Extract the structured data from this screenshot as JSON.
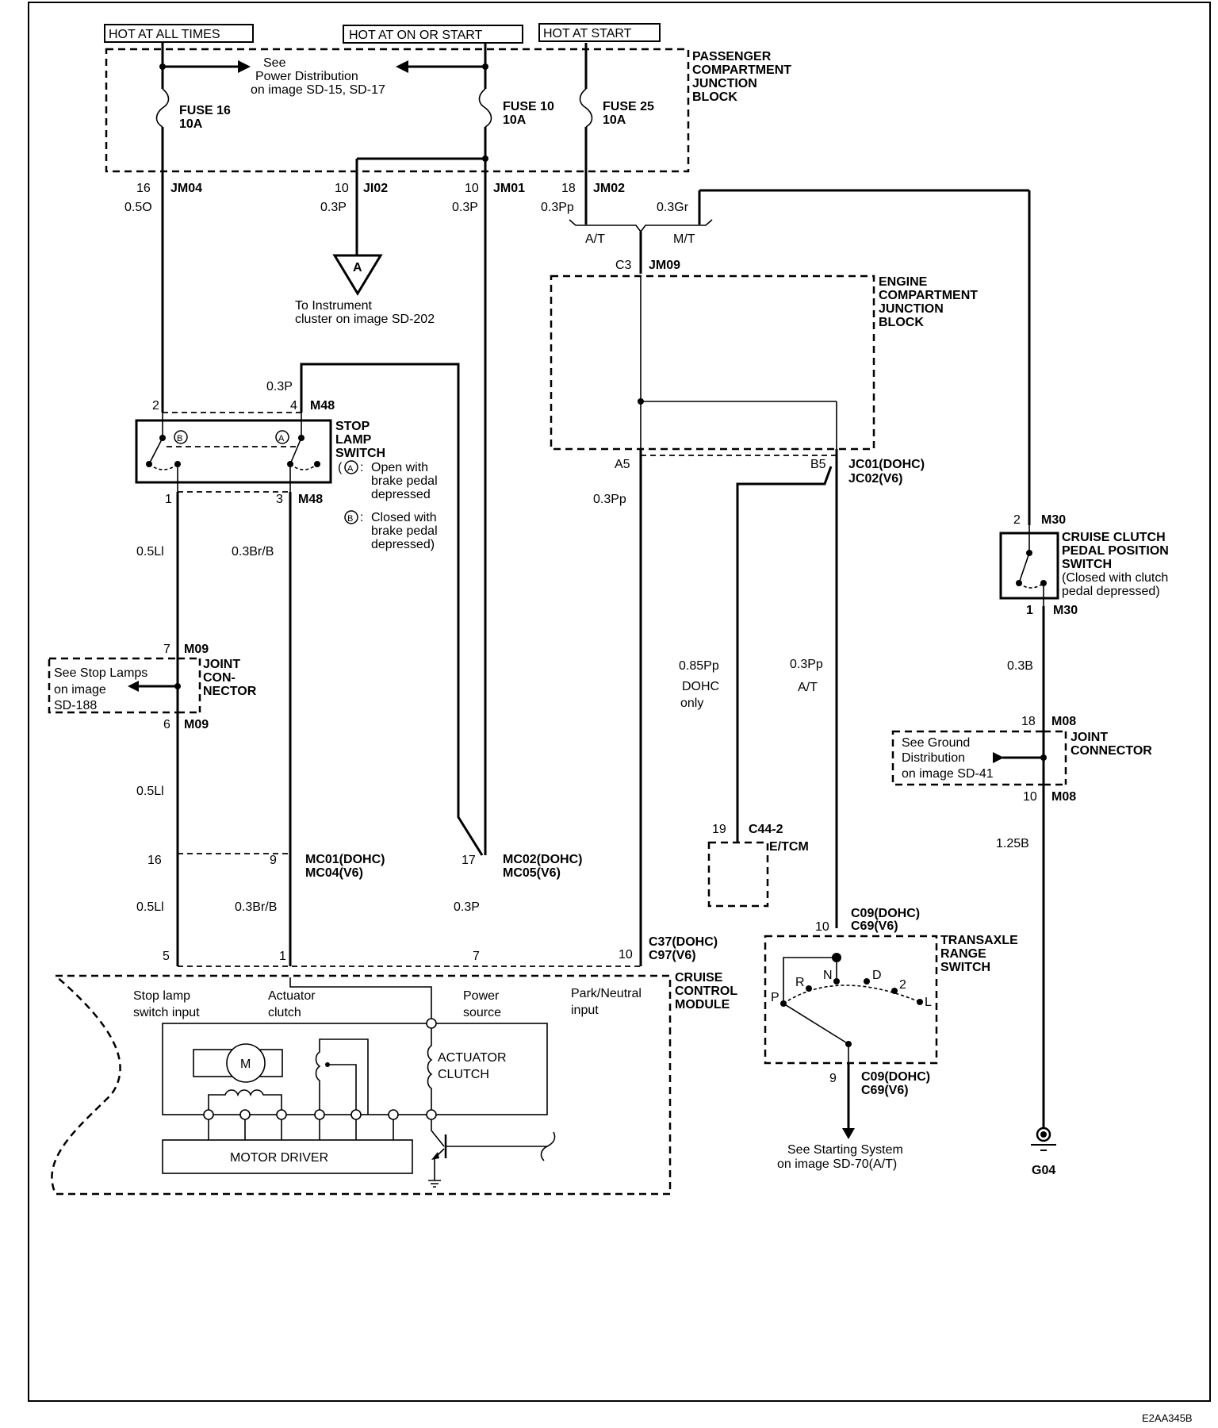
{
  "power_labels": {
    "hot_all_times": "HOT AT ALL TIMES",
    "hot_on_start": "HOT AT ON OR START",
    "hot_start": "HOT AT START"
  },
  "passenger_junction_block": {
    "title": [
      "PASSENGER",
      "COMPARTMENT",
      "JUNCTION",
      "BLOCK"
    ],
    "note": [
      "See",
      "Power Distribution",
      "on image SD-15, SD-17"
    ],
    "fuses": [
      {
        "name": "FUSE 16",
        "rating": "10A"
      },
      {
        "name": "FUSE 10",
        "rating": "10A"
      },
      {
        "name": "FUSE 25",
        "rating": "10A"
      }
    ]
  },
  "connectors_top": [
    {
      "pin": "16",
      "id": "JM04",
      "wire": "0.5O"
    },
    {
      "pin": "10",
      "id": "JI02",
      "wire": "0.3P"
    },
    {
      "pin": "10",
      "id": "JM01",
      "wire": "0.3P"
    },
    {
      "pin": "18",
      "id": "JM02",
      "wire": "0.3Pp"
    }
  ],
  "mt_wire": "0.3Gr",
  "splice_labels": {
    "at": "A/T",
    "mt": "M/T"
  },
  "instrument_ref": {
    "symbol": "A",
    "text": [
      "To Instrument",
      "cluster on image SD-202"
    ]
  },
  "engine_junction_block": {
    "title": [
      "ENGINE",
      "COMPARTMENT",
      "JUNCTION",
      "BLOCK"
    ],
    "in_pin": "C3",
    "in_id": "JM09",
    "out_a": "A5",
    "out_b": "B5",
    "out_id": [
      "JC01(DOHC)",
      "JC02(V6)"
    ],
    "wire_a": "0.3Pp"
  },
  "stop_lamp_switch": {
    "title": [
      "STOP",
      "LAMP",
      "SWITCH"
    ],
    "wire_in": "0.3P",
    "pins": {
      "p2": "2",
      "p4": "4",
      "p1": "1",
      "p3": "3",
      "conn": "M48"
    },
    "contacts": {
      "a": "A",
      "b": "B"
    },
    "legend": {
      "a": [
        "Open with",
        "brake pedal",
        "depressed"
      ],
      "b": [
        "Closed with",
        "brake pedal",
        "depressed)"
      ]
    },
    "wire_out1": "0.5Ll",
    "wire_out3": "0.3Br/B"
  },
  "joint_connector_m09": {
    "title": [
      "JOINT",
      "CON-",
      "NECTOR"
    ],
    "pin_in": "7",
    "pin_out": "6",
    "id": "M09",
    "note": [
      "See Stop Lamps",
      "on image",
      "SD-188"
    ],
    "wire_out": "0.5Ll"
  },
  "connectors_mid": [
    {
      "pin": "16",
      "id": []
    },
    {
      "pin": "9",
      "id": [
        "MC01(DOHC)",
        "MC04(V6)"
      ]
    },
    {
      "pin": "17",
      "id": [
        "MC02(DOHC)",
        "MC05(V6)"
      ]
    }
  ],
  "wires_lower": [
    "0.5Ll",
    "0.3Br/B",
    "0.3P"
  ],
  "cruise_control_module": {
    "title": [
      "CRUISE",
      "CONTROL",
      "MODULE"
    ],
    "pins": [
      "5",
      "1",
      "7",
      "10"
    ],
    "conn_id": [
      "C37(DOHC)",
      "C97(V6)"
    ],
    "inputs": [
      [
        "Stop lamp",
        "switch input"
      ],
      [
        "Actuator",
        "clutch"
      ],
      [
        "Power",
        "source"
      ],
      [
        "Park/Neutral",
        "input"
      ]
    ],
    "motor_symbol": "M",
    "actuator_clutch": [
      "ACTUATOR",
      "CLUTCH"
    ],
    "motor_driver": "MOTOR DRIVER"
  },
  "etcm": {
    "pin": "19",
    "id": "C44-2",
    "name": "E/TCM",
    "wire": "0.85Pp",
    "note": [
      "DOHC",
      "only"
    ]
  },
  "at_wire": {
    "wire": "0.3Pp",
    "note": "A/T"
  },
  "transaxle_range_switch": {
    "title": [
      "TRANSAXLE",
      "RANGE",
      "SWITCH"
    ],
    "pin_in": "10",
    "pin_out": "9",
    "conn_id": [
      "C09(DOHC)",
      "C69(V6)"
    ],
    "positions": [
      "P",
      "R",
      "N",
      "D",
      "2",
      "L"
    ],
    "ref": [
      "See Starting System",
      "on image SD-70(A/T)"
    ]
  },
  "cruise_clutch_switch": {
    "title": [
      "CRUISE CLUTCH",
      "PEDAL POSITION",
      "SWITCH"
    ],
    "note": [
      "(Closed with clutch",
      "pedal depressed)"
    ],
    "pin_in": "2",
    "pin_out": "1",
    "id": "M30",
    "wire_out": "0.3B"
  },
  "joint_connector_m08": {
    "title": [
      "JOINT",
      "CONNECTOR"
    ],
    "pin_in": "18",
    "pin_out": "10",
    "id": "M08",
    "note": [
      "See Ground",
      "Distribution",
      "on image  SD-41"
    ],
    "wire_out": "1.25B"
  },
  "ground": {
    "id": "G04"
  },
  "figure_code": "E2AA345B"
}
